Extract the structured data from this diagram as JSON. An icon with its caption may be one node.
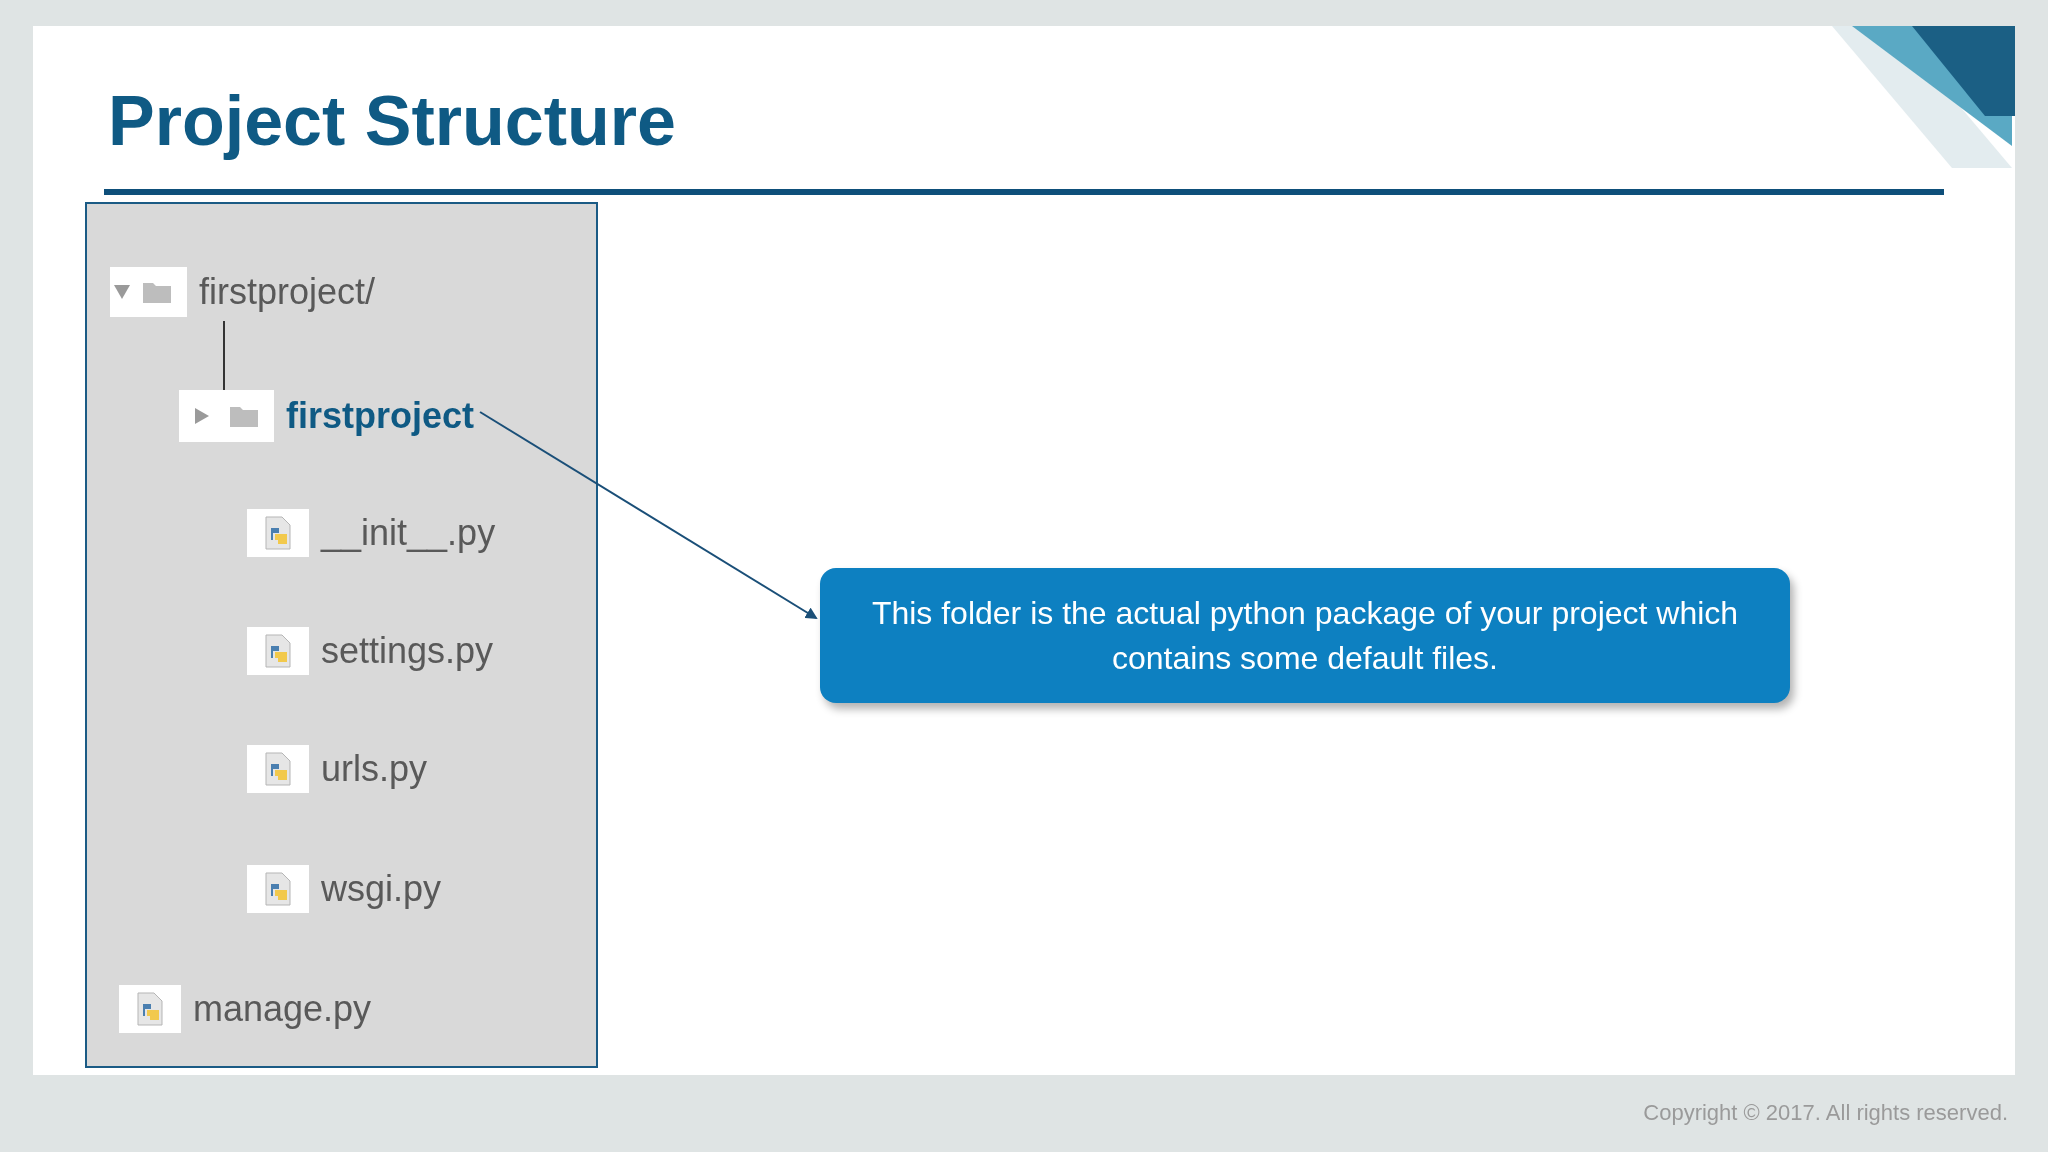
{
  "diagram": {
    "title": "Project Structure",
    "nodes": [
      {
        "text": [],
        "shape": "box"
      },
      {
        "text": [
          "firstproject/"
        ],
        "in": 0
      },
      {
        "text": [
          "firstproject"
        ],
        "in": 0
      },
      {
        "text": [
          "__init__.py"
        ],
        "in": 0
      },
      {
        "text": [
          "settings.py"
        ],
        "in": 0
      },
      {
        "text": [
          "urls.py"
        ],
        "in": 0
      },
      {
        "text": [
          "wsgi.py"
        ],
        "in": 0
      },
      {
        "text": [
          "manage.py"
        ],
        "in": 0
      },
      {
        "text": [
          "This folder is the actual python package of your project which contains some default files."
        ]
      }
    ],
    "edges": [
      {
        "from": 1,
        "to": 2,
        "arrow": "none"
      },
      {
        "from": 2,
        "to": 8,
        "arrow": "to"
      }
    ],
    "labels": [
      "Copyright © 2017. All rights reserved."
    ]
  }
}
